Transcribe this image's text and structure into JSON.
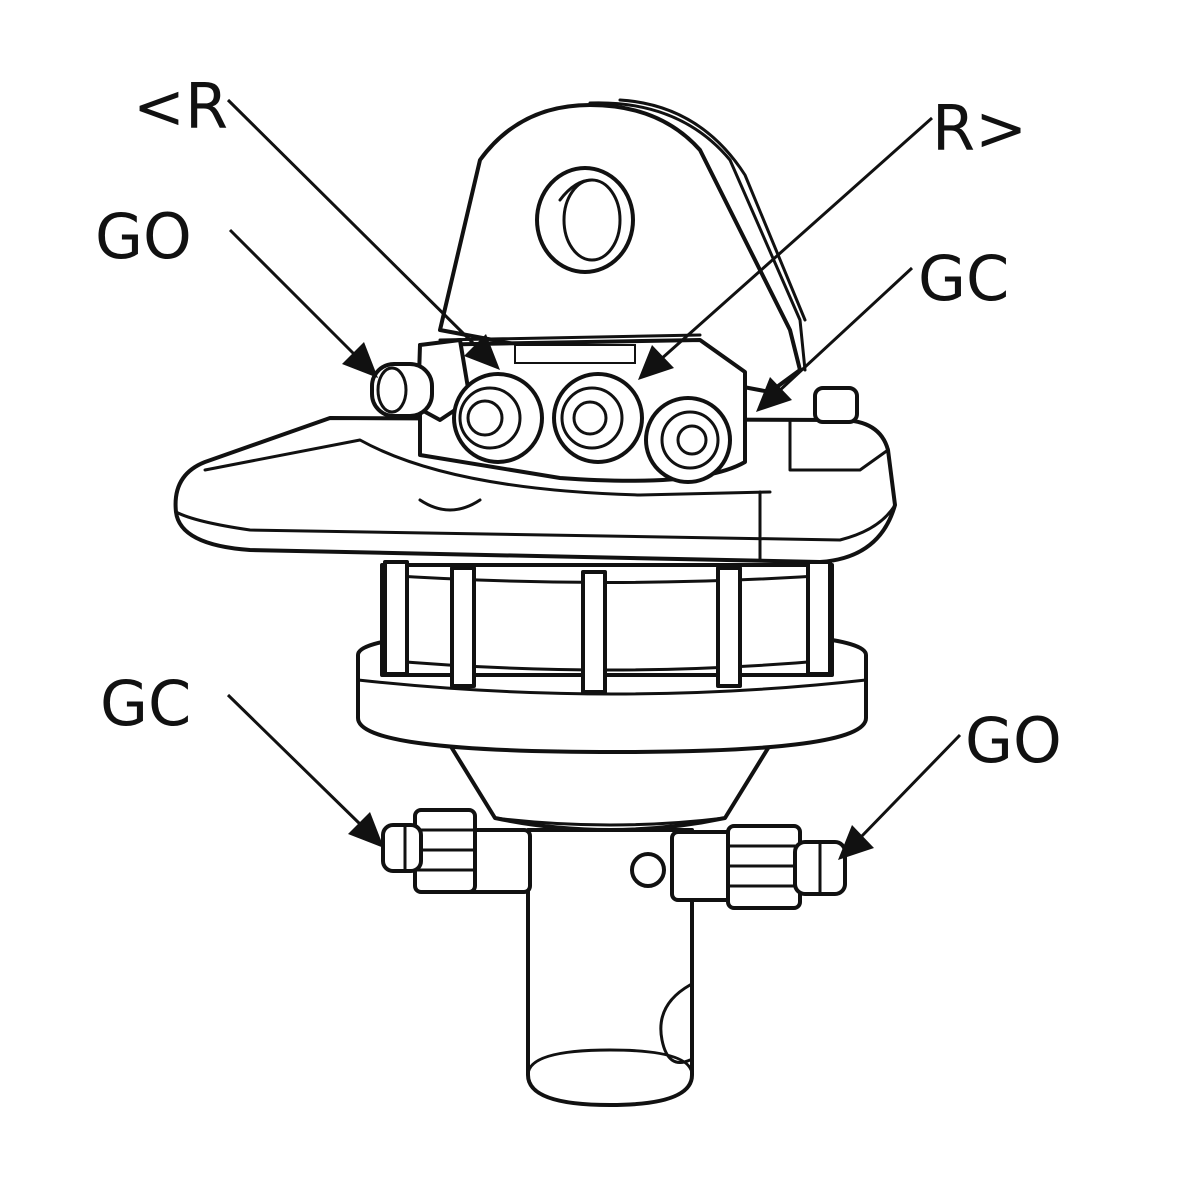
{
  "labels": {
    "r_left": "<R",
    "r_right": "R>",
    "go_top": "GO",
    "gc_top": "GC",
    "gc_bottom": "GC",
    "go_bottom": "GO"
  },
  "colors": {
    "line": "#111111",
    "background": "#ffffff"
  }
}
